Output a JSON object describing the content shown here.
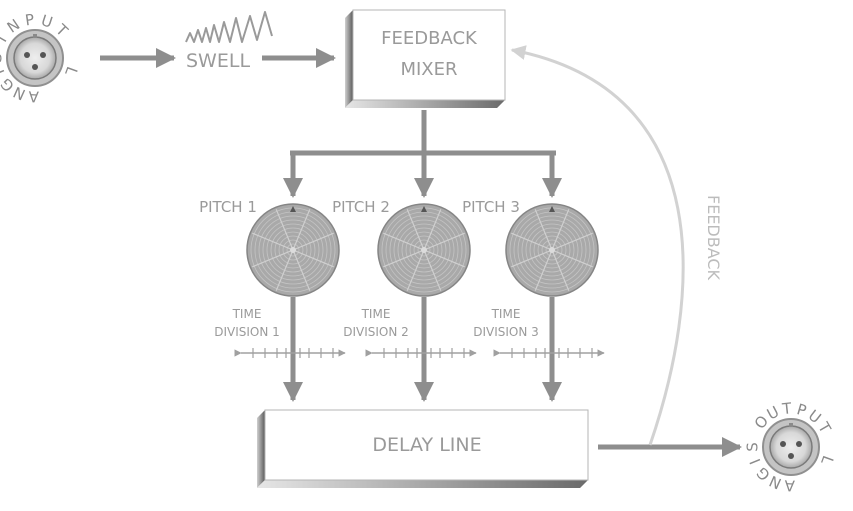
{
  "input_jack": {
    "label_chars": [
      "I",
      "N",
      "P",
      "U",
      "T",
      " ",
      "S",
      "I",
      "G",
      "N",
      "A",
      "L"
    ]
  },
  "output_jack": {
    "label_chars": [
      "O",
      "U",
      "T",
      "P",
      "U",
      "T",
      " ",
      "S",
      "I",
      "G",
      "N",
      "A",
      "L"
    ]
  },
  "swell": {
    "label": "SWELL"
  },
  "mixer": {
    "line1": "FEEDBACK",
    "line2": "MIXER"
  },
  "pitches": [
    {
      "label": "PITCH 1",
      "time_line1": "TIME",
      "time_line2": "DIVISION 1"
    },
    {
      "label": "PITCH 2",
      "time_line1": "TIME",
      "time_line2": "DIVISION 2"
    },
    {
      "label": "PITCH 3",
      "time_line1": "TIME",
      "time_line2": "DIVISION 3"
    }
  ],
  "delay": {
    "label": "DELAY LINE"
  },
  "feedback": {
    "label": "FEEDBACK"
  },
  "colors": {
    "arrow": "#8e8e8e",
    "text": "#9a9a9a",
    "feedback_curve": "#d2d2d2",
    "box_shade": "#6f6f6f"
  }
}
